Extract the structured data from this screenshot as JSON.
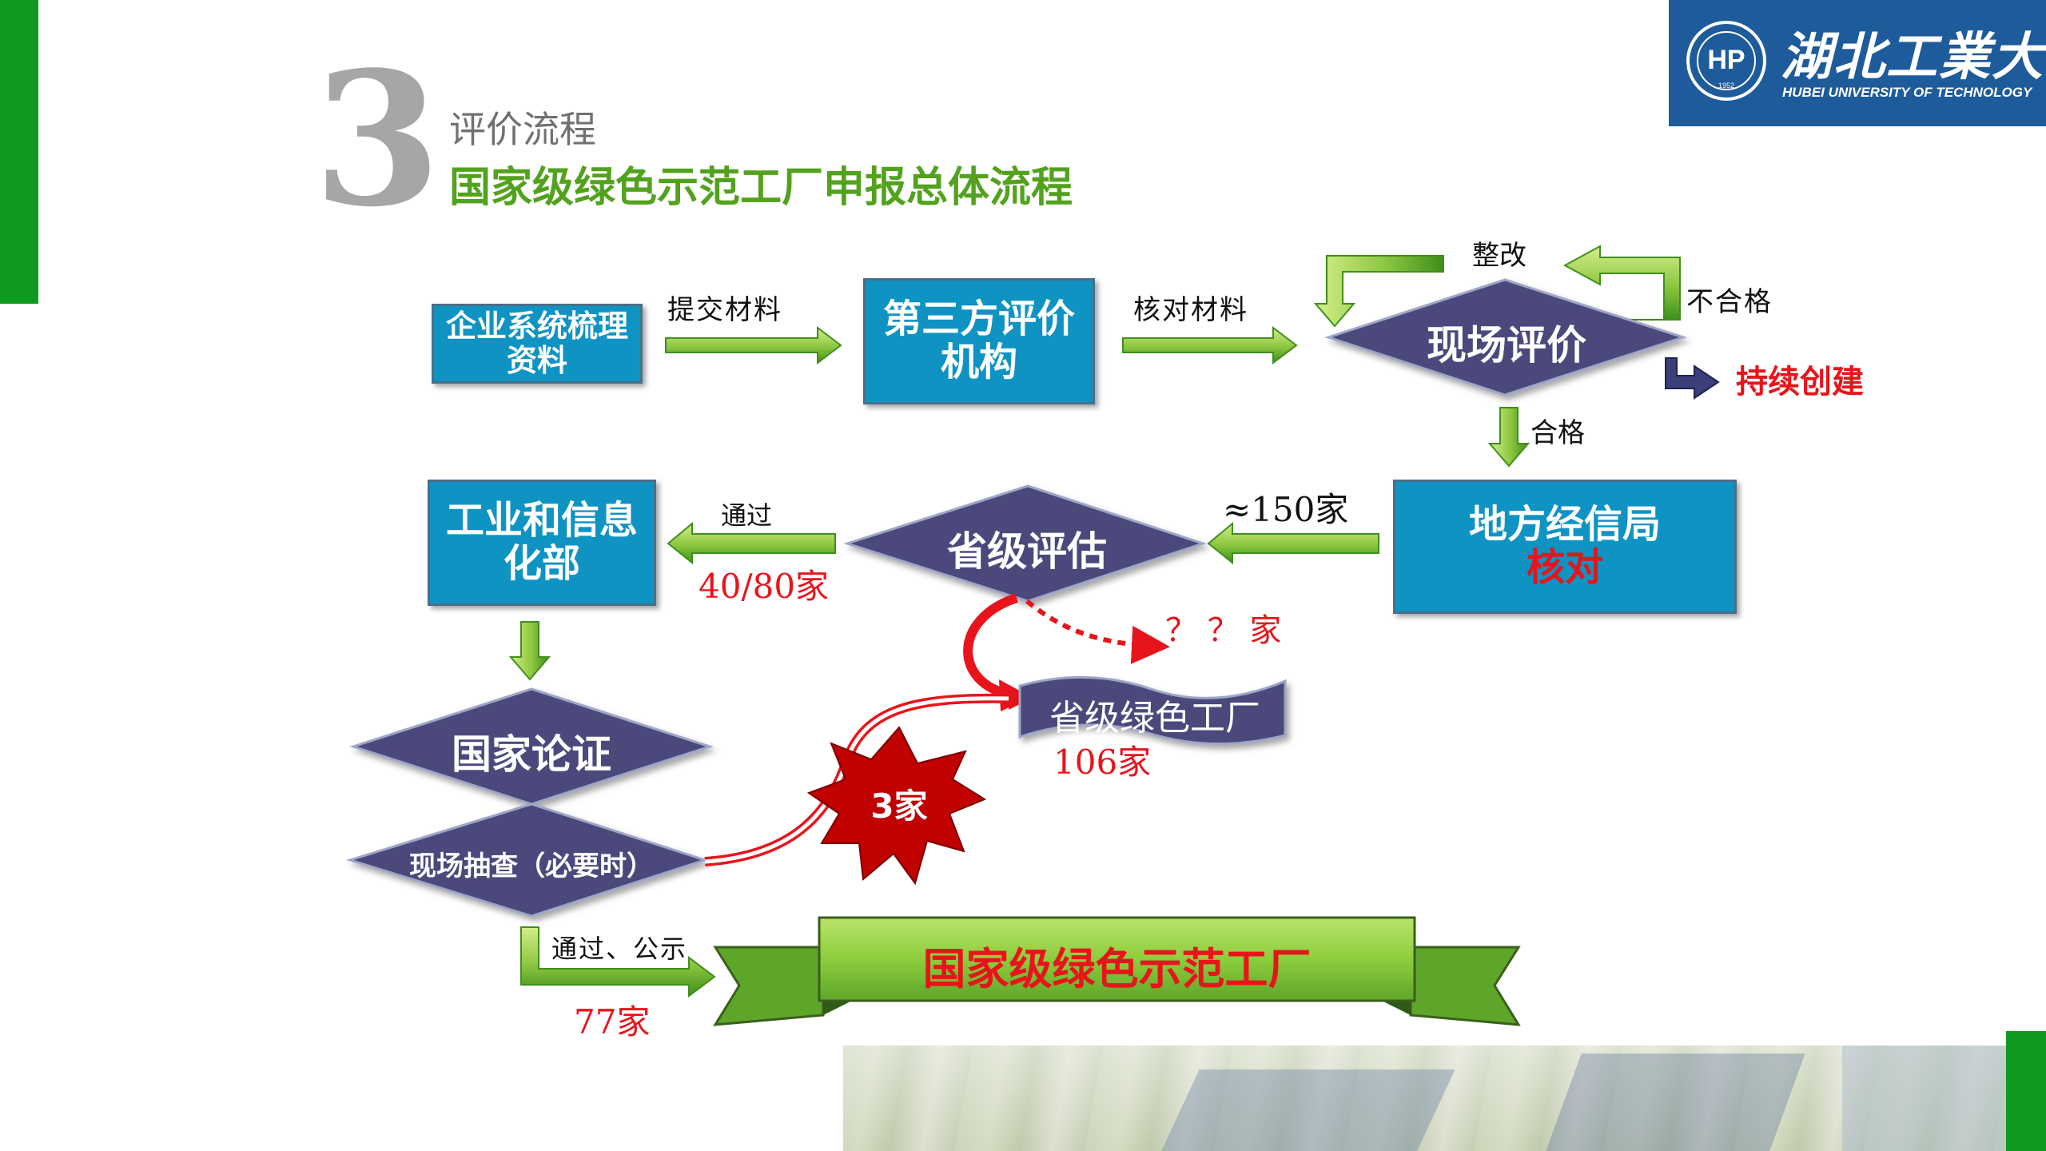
{
  "header": {
    "number": "3",
    "subtitle": "评价流程",
    "title": "国家级绿色示范工厂申报总体流程"
  },
  "logo": {
    "name_cn": "湖北工業大學",
    "name_en": "HUBEI UNIVERSITY OF TECHNOLOGY",
    "emblem_year": "1952"
  },
  "colors": {
    "accent_green": "#0e9a1e",
    "title_green": "#52a21d",
    "box_blue": "#0f93c3",
    "diamond_navy": "#4b4a7c",
    "alert_red": "#e8141b",
    "logo_blue": "#1d5b9b"
  },
  "nodes": {
    "enterprise": "企业系统梳理资料",
    "third_party": "第三方评价机构",
    "site_eval": "现场评价",
    "continue_build": "持续创建",
    "local_bureau": "地方经信局",
    "local_bureau_check": "核对",
    "provincial_eval": "省级评估",
    "miit": "工业和信息化部",
    "provincial_green": "省级绿色工厂",
    "national_review": "国家论证",
    "spot_check": "现场抽查（必要时）",
    "national_green": "国家级绿色示范工厂",
    "burst": "3家"
  },
  "edges": {
    "submit": "提交材料",
    "verify": "核对材料",
    "rectify": "整改",
    "unqualified": "不合格",
    "qualified": "合格",
    "approx": "≈150家",
    "pass": "通过",
    "pass_count": "40/80家",
    "unknown": "？ ？ 家",
    "provincial_count": "106家",
    "publicize": "通过、公示",
    "national_count": "77家"
  }
}
